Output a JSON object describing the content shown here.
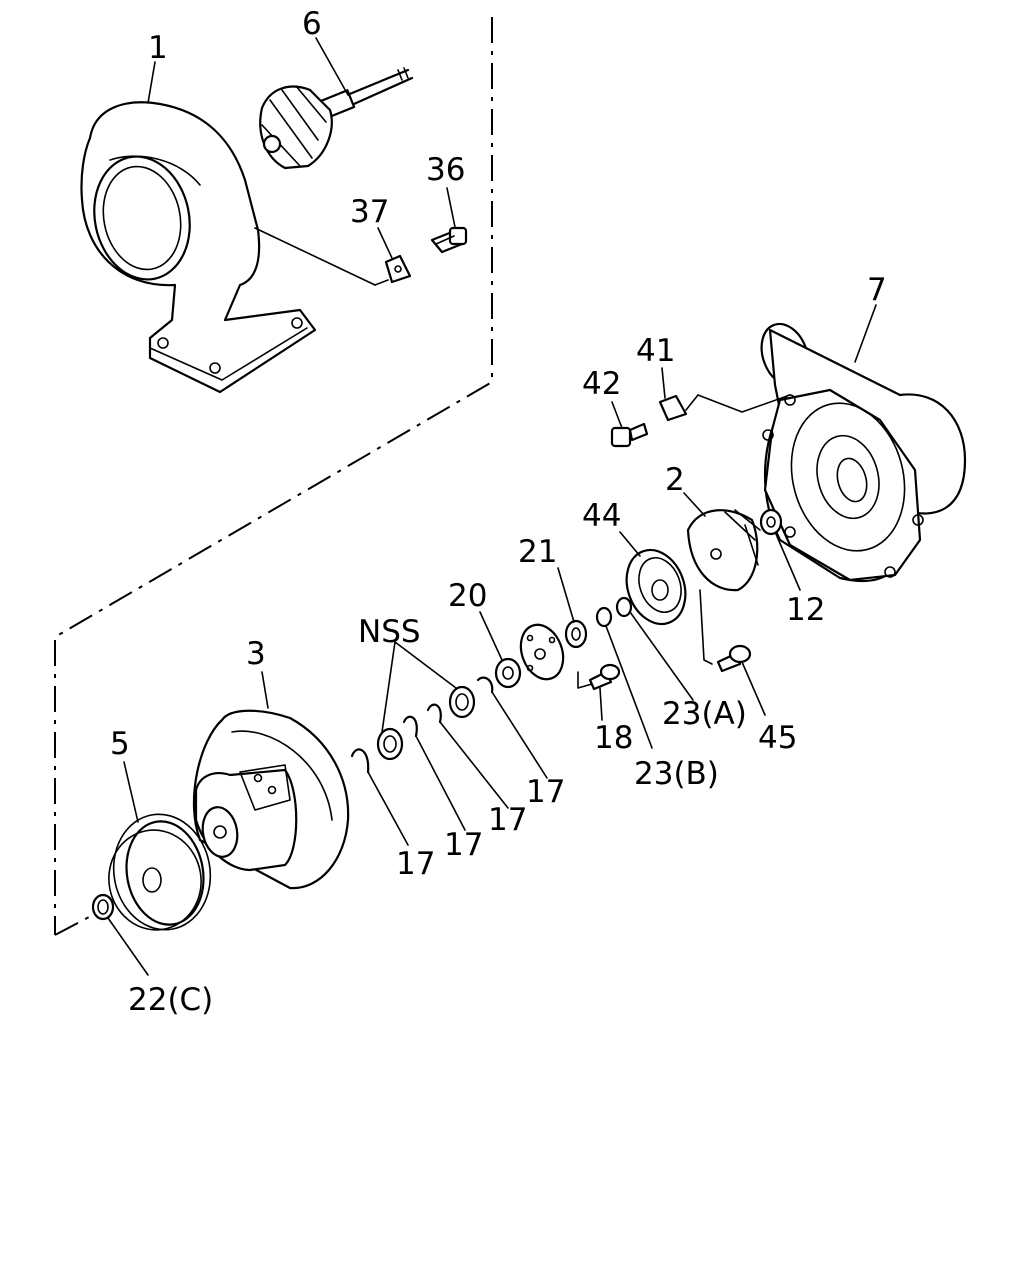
{
  "diagram": {
    "callouts": [
      {
        "id": "c1",
        "text": "1"
      },
      {
        "id": "c6",
        "text": "6"
      },
      {
        "id": "c36",
        "text": "36"
      },
      {
        "id": "c37",
        "text": "37"
      },
      {
        "id": "c7",
        "text": "7"
      },
      {
        "id": "c41",
        "text": "41"
      },
      {
        "id": "c42",
        "text": "42"
      },
      {
        "id": "c2",
        "text": "2"
      },
      {
        "id": "c44",
        "text": "44"
      },
      {
        "id": "c12",
        "text": "12"
      },
      {
        "id": "c21",
        "text": "21"
      },
      {
        "id": "c20",
        "text": "20"
      },
      {
        "id": "cnss",
        "text": "NSS"
      },
      {
        "id": "c3",
        "text": "3"
      },
      {
        "id": "c5",
        "text": "5"
      },
      {
        "id": "c23a",
        "text": "23(A)"
      },
      {
        "id": "c45",
        "text": "45"
      },
      {
        "id": "c18",
        "text": "18"
      },
      {
        "id": "c23b",
        "text": "23(B)"
      },
      {
        "id": "c17a",
        "text": "17"
      },
      {
        "id": "c17b",
        "text": "17"
      },
      {
        "id": "c17c",
        "text": "17"
      },
      {
        "id": "c17d",
        "text": "17"
      },
      {
        "id": "c22c",
        "text": "22(C)"
      }
    ]
  }
}
